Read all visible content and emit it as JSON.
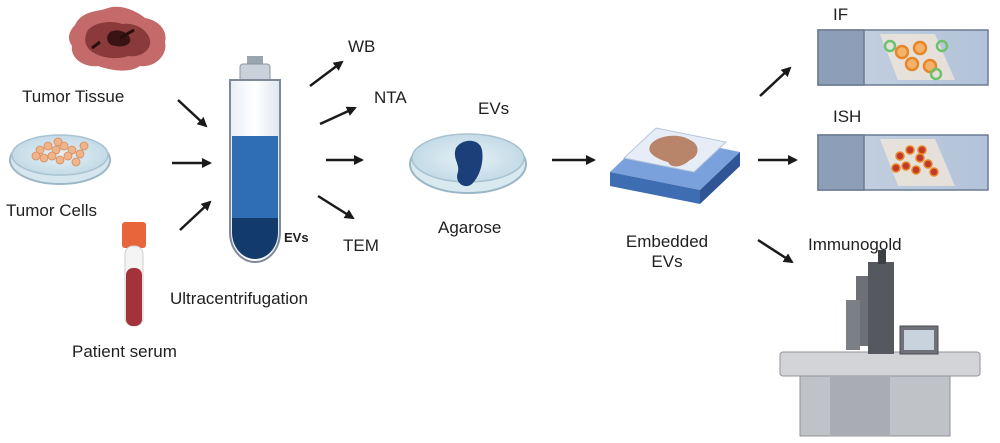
{
  "sources": {
    "tumor_tissue": "Tumor Tissue",
    "tumor_cells": "Tumor Cells",
    "patient_serum": "Patient serum"
  },
  "isolation": {
    "method": "Ultracentrifugation",
    "tube_label": "EVs"
  },
  "analyses": {
    "wb": "WB",
    "nta": "NTA",
    "tem": "TEM"
  },
  "agarose": {
    "evs_label": "EVs",
    "label": "Agarose"
  },
  "embedding": {
    "label_line1": "Embedded",
    "label_line2": "EVs"
  },
  "outputs": {
    "if": "IF",
    "ish": "ISH",
    "immunogold": "Immunogold"
  },
  "colors": {
    "arrow": "#1a1a1a",
    "tube_blue": "#2f6db5",
    "tube_navy": "#123a6b",
    "tissue": "#8a3a3a",
    "serum": "#a4323a",
    "dish": "#cfe3ec",
    "agarose_piece": "#1b3f78",
    "block": "#5b86c9",
    "slide": "#9fb2cc",
    "if_orange": "#e8862a",
    "if_green": "#6cc36b",
    "ish_red": "#c0392b"
  }
}
